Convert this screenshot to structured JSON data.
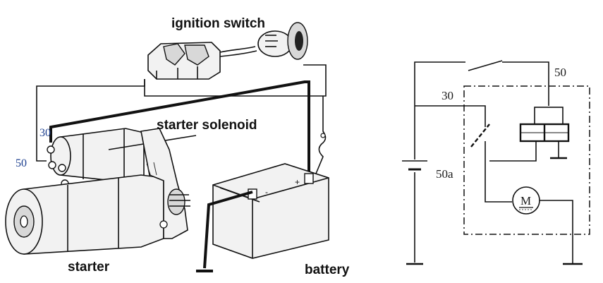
{
  "illustration": {
    "ignition_switch_label": "ignition switch",
    "starter_solenoid_label": "starter solenoid",
    "starter_label": "starter",
    "battery_label": "battery",
    "terminal_30_label": "30",
    "terminal_50_label": "50",
    "battery_minus": "-",
    "battery_plus": "+"
  },
  "schematic": {
    "terminal_30_label": "30",
    "terminal_50_label": "50",
    "terminal_50a_label": "50a",
    "motor_label": "M"
  }
}
